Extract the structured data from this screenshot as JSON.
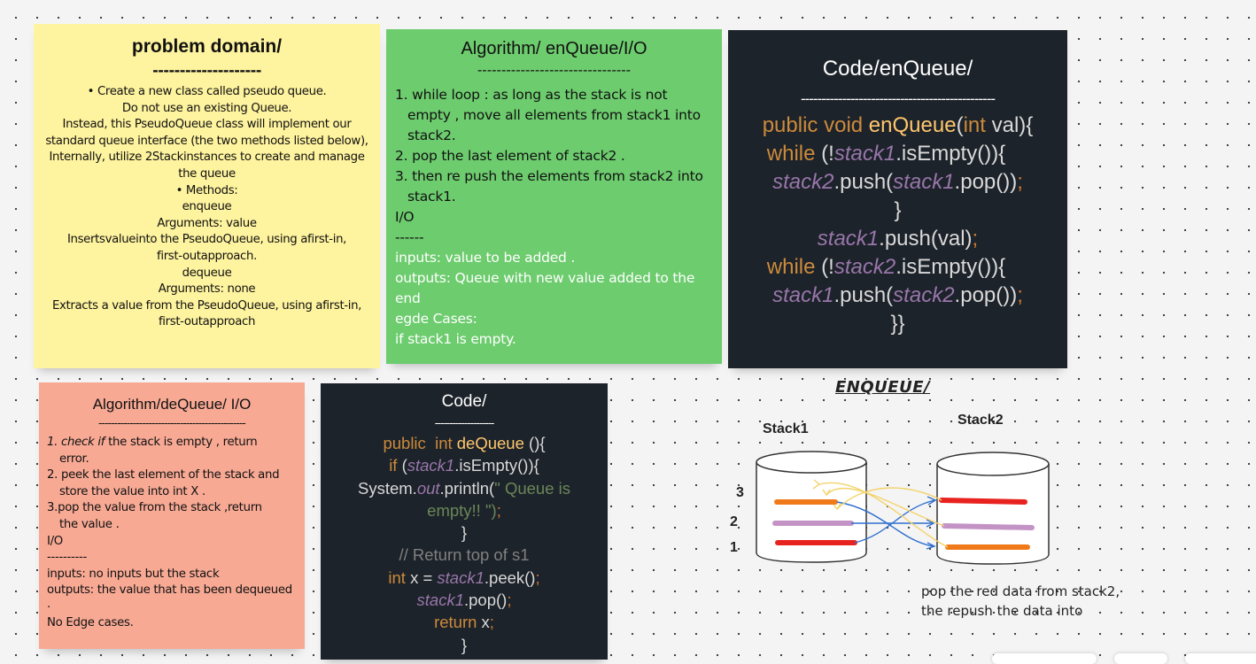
{
  "problem_domain": {
    "title": "problem domain/",
    "divider": "--------------------",
    "lines": [
      "• Create a new class called pseudo queue.",
      "Do not use an existing Queue.",
      "Instead, this PseudoQueue class will implement our",
      "standard queue interface (the two methods listed below),",
      "Internally, utilize 2Stackinstances to create and manage",
      "the queue",
      "• Methods:",
      "enqueue",
      "Arguments: value",
      "Insertsvalueinto the PseudoQueue, using afirst-in,",
      "first-outapproach.",
      "dequeue",
      "Arguments: none",
      "Extracts a value from the PseudoQueue, using afirst-in,",
      "first-outapproach"
    ]
  },
  "algorithm_enqueue": {
    "title": "Algorithm/ enQueue/I/O",
    "divider": "--------------------------------",
    "steps": [
      "1. while loop : as long as the stack is not empty , move all elements from stack1 into stack2.",
      "2. pop the last element of stack2 .",
      "3. then re push the elements from stack2 into stack1.",
      "I/O",
      "------"
    ],
    "io": [
      "inputs: value to be added .",
      "outputs: Queue with new value added to the end",
      "egde Cases:",
      "if  stack1 is empty."
    ]
  },
  "code_enqueue": {
    "title": "Code/enQueue/",
    "divider": "-----------------------------------------------",
    "tokens": {
      "public": "public",
      "void": "void",
      "fn": "enQueue",
      "int": "int",
      "val": "val){",
      "while": "while",
      "s1": "stack1",
      "s2": "stack2",
      "isEmpty": ".isEmpty()){",
      "push_open": ".push(",
      "pop_close": ".pop())",
      "semi": ";",
      "brace": "}",
      "push_val": ".push(val)",
      "end": "}}",
      "not_open": " (!"
    }
  },
  "algorithm_dequeue": {
    "title": "Algorithm/deQueue/ I/O",
    "divider": "-----------------------------------------------",
    "lines": [
      "check if",
      "the stack is empty , return",
      "error.",
      "2. peek the last element of the stack and",
      "store the value into int X .",
      "3.pop the value from the stack ,return",
      "the value .",
      "I/O",
      "----------",
      "inputs: no inputs but the stack",
      "outputs: the value that has been dequeued",
      ".",
      "No Edge cases."
    ],
    "first_num": "1."
  },
  "code_dequeue": {
    "title": "Code/",
    "divider": "--------------------",
    "tokens": {
      "public": "public",
      "int": "int",
      "fn": "deQueue",
      "parens": " (){",
      "if": "if",
      "s1": "stack1",
      "isEmpty": ".isEmpty()){",
      "sys": "System.",
      "out": "out",
      "println": ".println(",
      "msg1": "\"  Queue is",
      "msg2": "empty!! \")",
      "semi": ";",
      "brace": "}",
      "comment": "// Return top of s1",
      "x_eq": " x = ",
      "peek": ".peek()",
      "pop": ".pop()",
      "return": "return",
      "x": " x"
    }
  },
  "diagram": {
    "title": "ENQUEUE/",
    "stack1": "Stack1",
    "stack2": "Stack2",
    "levels": [
      "3",
      "2",
      "1"
    ],
    "caption_1": "pop the red data from stack2,",
    "caption_2": "the repush the data into",
    "colors": {
      "red": "#e8231f",
      "orange": "#f07a1a",
      "purple": "#c493c6",
      "blue": "#2f6fcf",
      "yellow": "#f3d36b"
    }
  }
}
